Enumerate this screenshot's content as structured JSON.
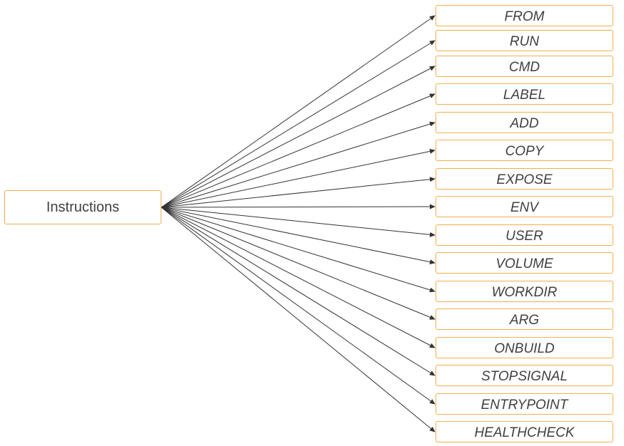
{
  "root": {
    "label": "Instructions"
  },
  "instructions": [
    {
      "label": "FROM"
    },
    {
      "label": "RUN"
    },
    {
      "label": "CMD"
    },
    {
      "label": "LABEL"
    },
    {
      "label": "ADD"
    },
    {
      "label": "COPY"
    },
    {
      "label": "EXPOSE"
    },
    {
      "label": "ENV"
    },
    {
      "label": "USER"
    },
    {
      "label": "VOLUME"
    },
    {
      "label": "WORKDIR"
    },
    {
      "label": "ARG"
    },
    {
      "label": "ONBUILD"
    },
    {
      "label": "STOPSIGNAL"
    },
    {
      "label": "ENTRYPOINT"
    },
    {
      "label": "HEALTHCHECK"
    }
  ],
  "colors": {
    "box_border": "#f0b04a",
    "text": "#404040",
    "connector": "#333333"
  }
}
